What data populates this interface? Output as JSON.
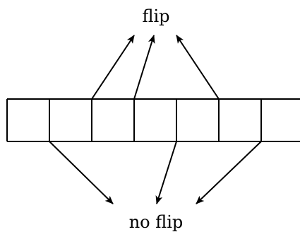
{
  "labels": {
    "top": "flip",
    "bottom": "no flip"
  },
  "colors": {
    "stroke": "#000000",
    "background": "#ffffff"
  },
  "diagram": {
    "cells": 7,
    "right_edge_open": true,
    "flip_from_boundaries": [
      2,
      3,
      5
    ],
    "no_flip_from_boundaries": [
      1,
      4,
      6
    ]
  }
}
